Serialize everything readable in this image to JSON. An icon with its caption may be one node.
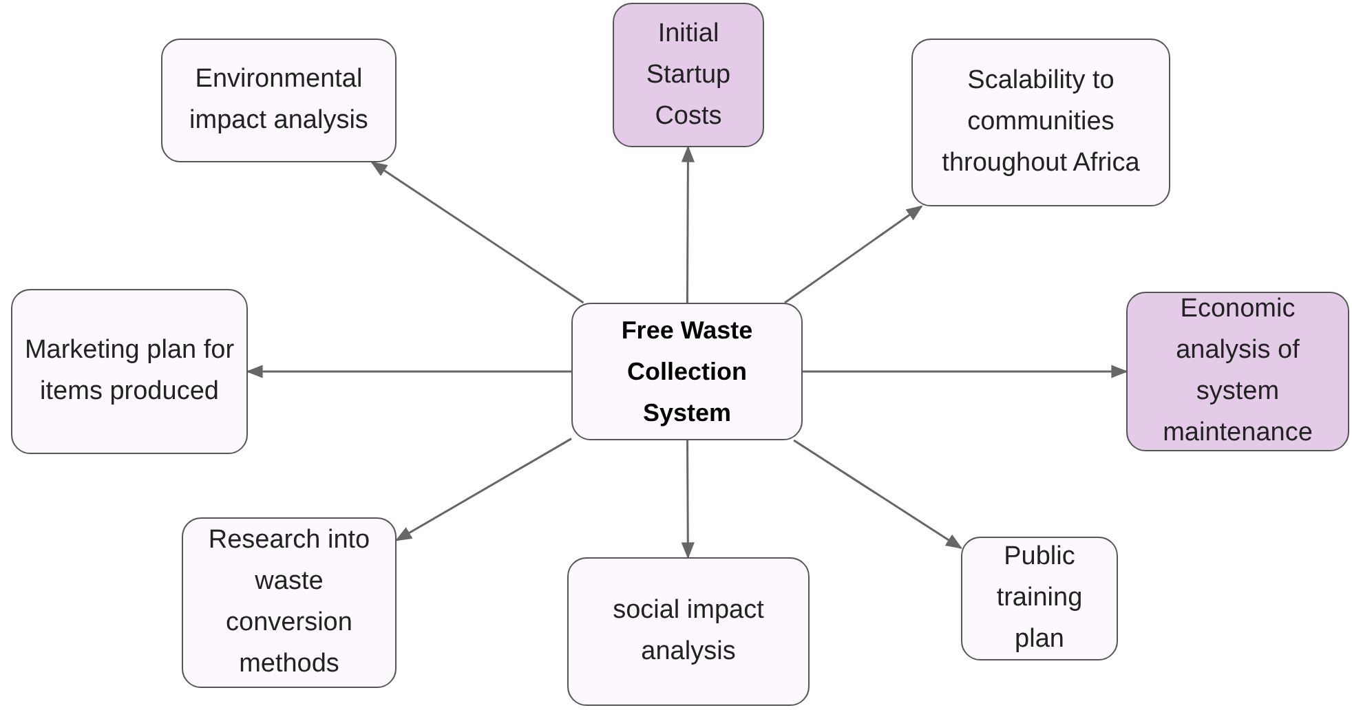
{
  "diagram": {
    "nodes": [
      {
        "text": [
          "Free Waste Collection System"
        ]
      },
      {
        "text": [
          "Environmental impact analysis"
        ]
      },
      {
        "text": [
          "Initial Startup Costs"
        ]
      },
      {
        "text": [
          "Scalability to communities throughout Africa"
        ]
      },
      {
        "text": [
          "Marketing plan for items produced"
        ]
      },
      {
        "text": [
          "Economic analysis of system maintenance"
        ]
      },
      {
        "text": [
          "Research into waste conversion methods"
        ]
      },
      {
        "text": [
          "social impact analysis"
        ]
      },
      {
        "text": [
          "Public training plan"
        ]
      }
    ],
    "edges": [
      {
        "from": 0,
        "to": 1,
        "arrow": "to"
      },
      {
        "from": 0,
        "to": 2,
        "arrow": "to"
      },
      {
        "from": 0,
        "to": 3,
        "arrow": "to"
      },
      {
        "from": 0,
        "to": 4,
        "arrow": "to"
      },
      {
        "from": 0,
        "to": 5,
        "arrow": "to"
      },
      {
        "from": 0,
        "to": 6,
        "arrow": "to"
      },
      {
        "from": 0,
        "to": 7,
        "arrow": "to"
      },
      {
        "from": 0,
        "to": 8,
        "arrow": "to"
      }
    ]
  }
}
